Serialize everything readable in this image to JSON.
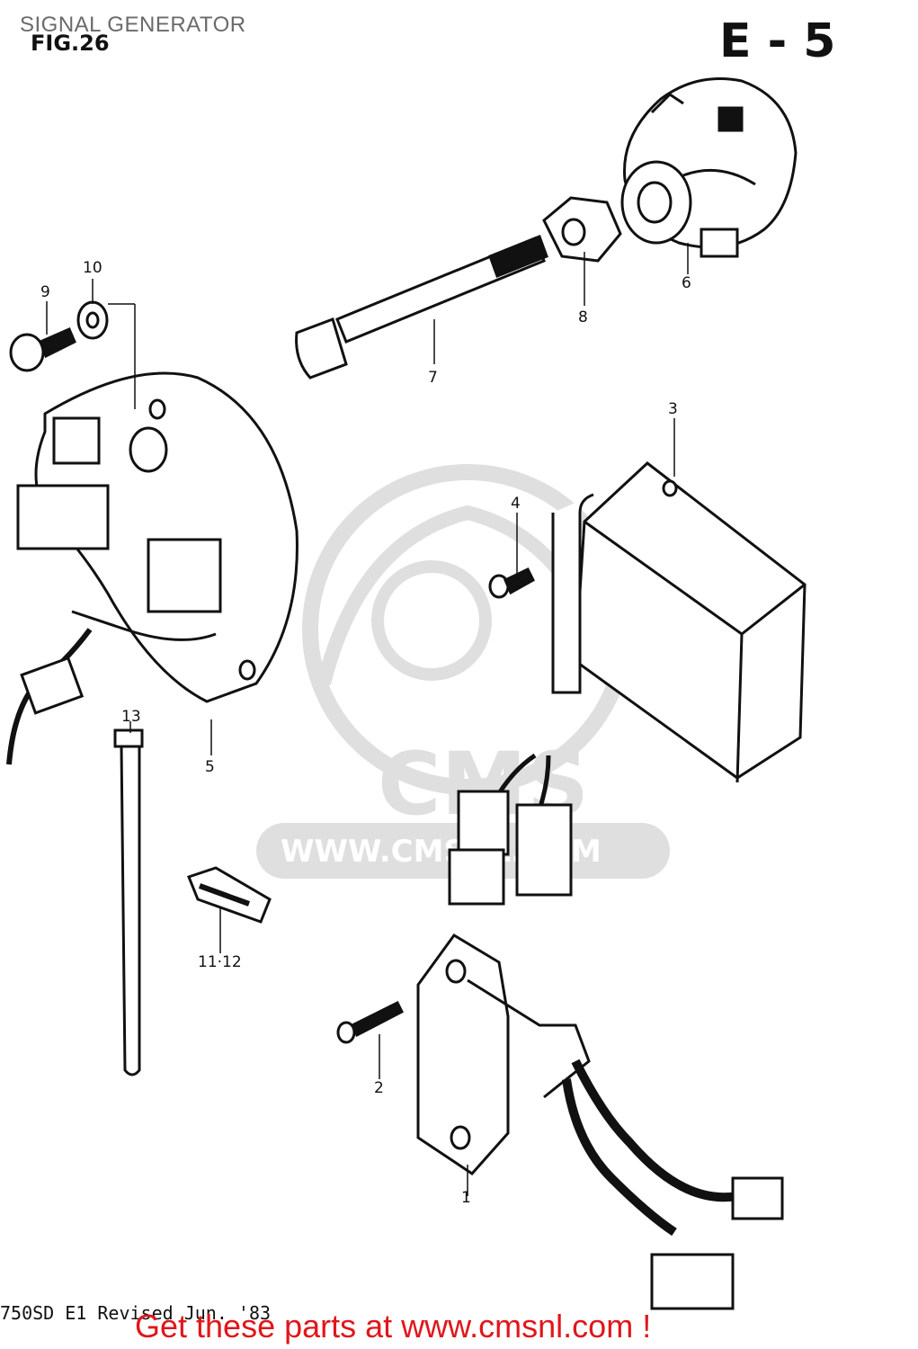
{
  "header": {
    "title": "SIGNAL GENERATOR"
  },
  "figure": {
    "label": "FIG.26",
    "section_code": "E - 5"
  },
  "watermark": {
    "brand": "CMS",
    "url": "WWW.CMSNL.COM",
    "color": "#dcdcdc"
  },
  "callouts": [
    {
      "label": "1"
    },
    {
      "label": "2"
    },
    {
      "label": "3"
    },
    {
      "label": "4"
    },
    {
      "label": "5"
    },
    {
      "label": "6"
    },
    {
      "label": "7"
    },
    {
      "label": "8"
    },
    {
      "label": "9"
    },
    {
      "label": "10"
    },
    {
      "label": "11·12"
    },
    {
      "label": "13"
    }
  ],
  "footer": {
    "model_revision": "750SD E1   Revised Jun.  '83",
    "cta": "Get these parts at www.cmsnl.com !",
    "cta_color": "#e0161b"
  }
}
